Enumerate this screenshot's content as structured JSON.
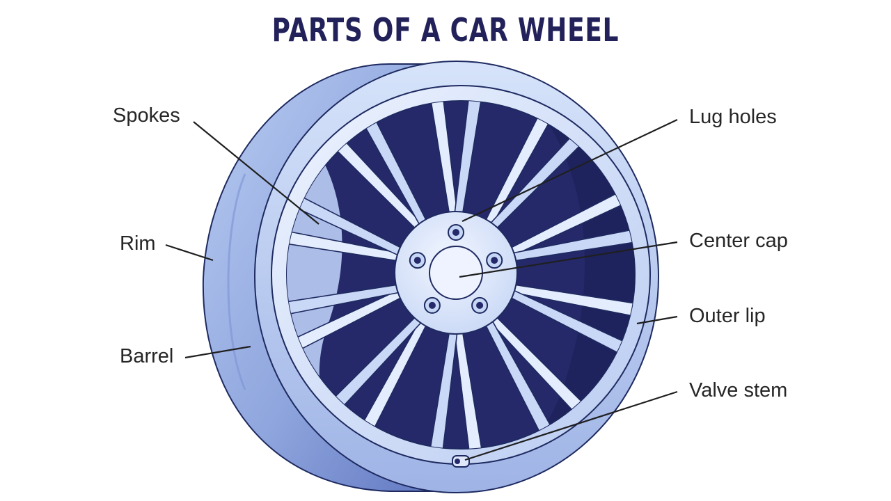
{
  "title": "PARTS OF A CAR WHEEL",
  "labels": {
    "spokes": "Spokes",
    "rim": "Rim",
    "barrel": "Barrel",
    "lug_holes": "Lug holes",
    "center_cap": "Center cap",
    "outer_lip": "Outer lip",
    "valve_stem": "Valve stem"
  },
  "colors": {
    "title": "#22215a",
    "outline": "#1e2a60",
    "navy": "#25296a",
    "light_face": "#dbe8fb",
    "mid_blue": "#9fb5e6",
    "dark_blue": "#6e85c9"
  },
  "icons": {
    "wheel": "alloy-wheel-illustration"
  }
}
